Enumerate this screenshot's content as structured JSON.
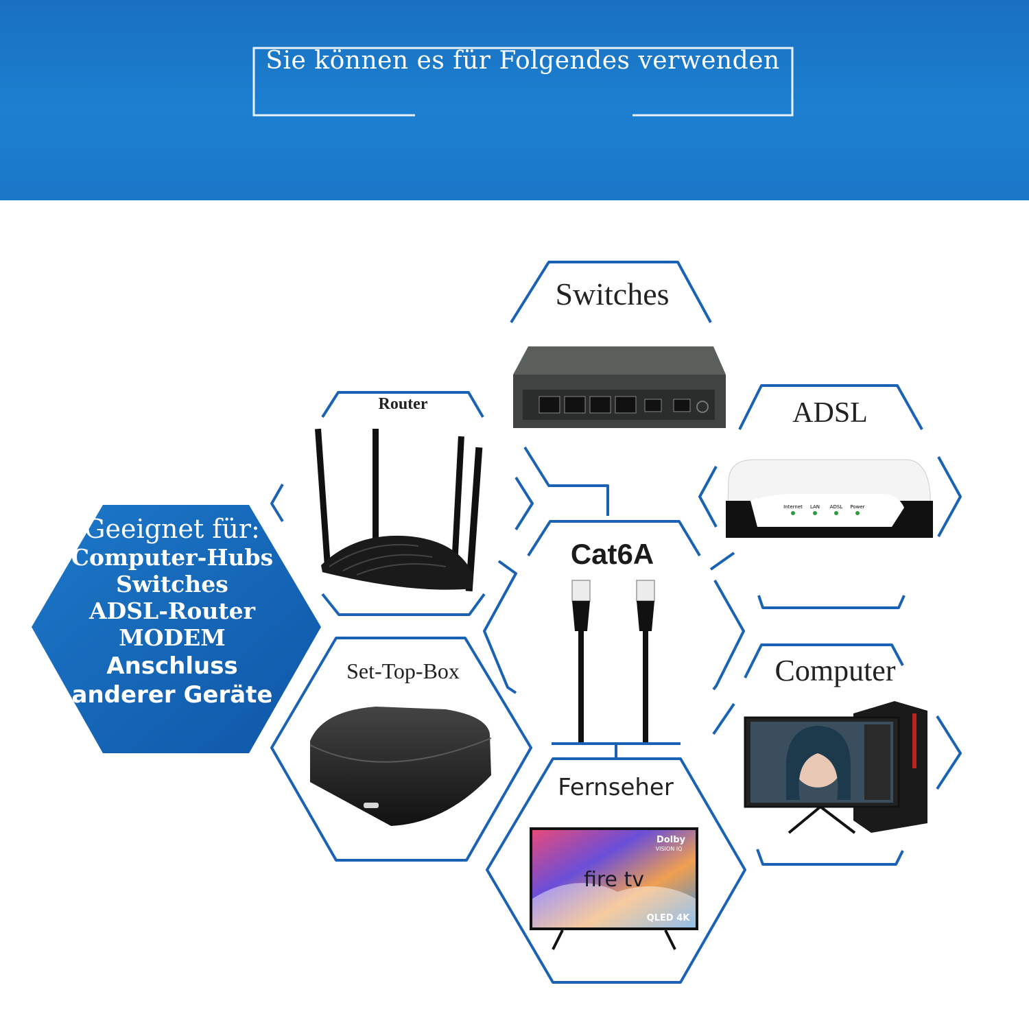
{
  "banner": {
    "title": "Sie können es für Folgendes verwenden"
  },
  "hexes": {
    "switches": "Switches",
    "router": "Router",
    "adsl": "ADSL",
    "cable": "Cat6A",
    "settop": "Set-Top-Box",
    "computer": "Computer",
    "tv": "Fernseher"
  },
  "suitable": {
    "title": "Geeignet für:",
    "items": [
      "Computer-Hubs",
      "Switches",
      "ADSL-Router",
      "MODEM"
    ],
    "extra": [
      "Anschluss",
      "anderer Geräte"
    ]
  },
  "adsl_leds": [
    "Internet",
    "LAN",
    "ADSL",
    "Power"
  ],
  "tv": {
    "brand": "fire tv",
    "dolby": "Dolby",
    "dolby_sub": "VISION IQ",
    "panel": "QLED 4K"
  },
  "colors": {
    "banner": "#1c7fd0",
    "hex_outline": "#1a63b4",
    "hex_fill": "#1565b8"
  }
}
